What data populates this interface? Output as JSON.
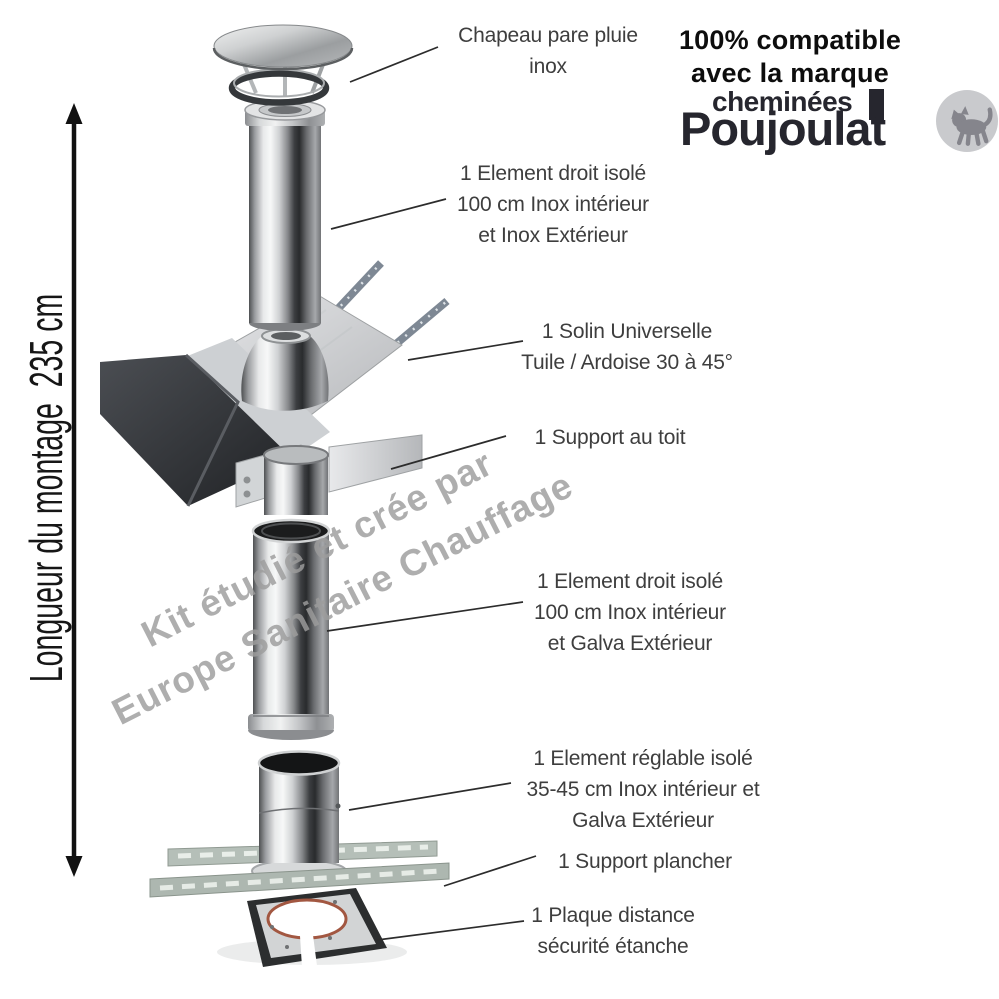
{
  "page": {
    "background": "#ffffff"
  },
  "dimension": {
    "label": "Longueur du montage  235 cm"
  },
  "compatibility": {
    "line1": "100% compatible",
    "line2": "avec la marque"
  },
  "brand": {
    "prefix": "cheminées",
    "name": "Poujoulat"
  },
  "watermark": {
    "line1": "Kit étudié et crée par",
    "line2": "Europe Sanitaire Chauffage"
  },
  "annotations": [
    {
      "id": "chapeau",
      "lines": [
        "Chapeau pare pluie",
        "inox"
      ]
    },
    {
      "id": "element-droit-inox",
      "lines": [
        "1 Element droit isolé",
        "100 cm Inox intérieur",
        "et Inox Extérieur"
      ]
    },
    {
      "id": "solin",
      "lines": [
        "1 Solin Universelle",
        "Tuile / Ardoise 30 à 45°"
      ]
    },
    {
      "id": "support-toit",
      "lines": [
        "1 Support au toit"
      ]
    },
    {
      "id": "element-droit-galva",
      "lines": [
        "1 Element droit isolé",
        "100 cm Inox intérieur",
        "et Galva Extérieur"
      ]
    },
    {
      "id": "element-reglable",
      "lines": [
        "1 Element réglable isolé",
        "35-45 cm Inox intérieur et",
        "Galva Extérieur"
      ]
    },
    {
      "id": "support-plancher",
      "lines": [
        "1 Support plancher"
      ]
    },
    {
      "id": "plaque-distance",
      "lines": [
        "1 Plaque distance",
        "sécurité étanche"
      ]
    }
  ],
  "colors": {
    "brand_dark": "#26262e",
    "watermark_gray": "#9d9d9d",
    "label_text": "#3e3e3e",
    "arrow_black": "#111111",
    "plaque_ring_red": "#a25741",
    "cat_badge_bg": "#c9cacd",
    "cat_gray": "#85858c"
  }
}
